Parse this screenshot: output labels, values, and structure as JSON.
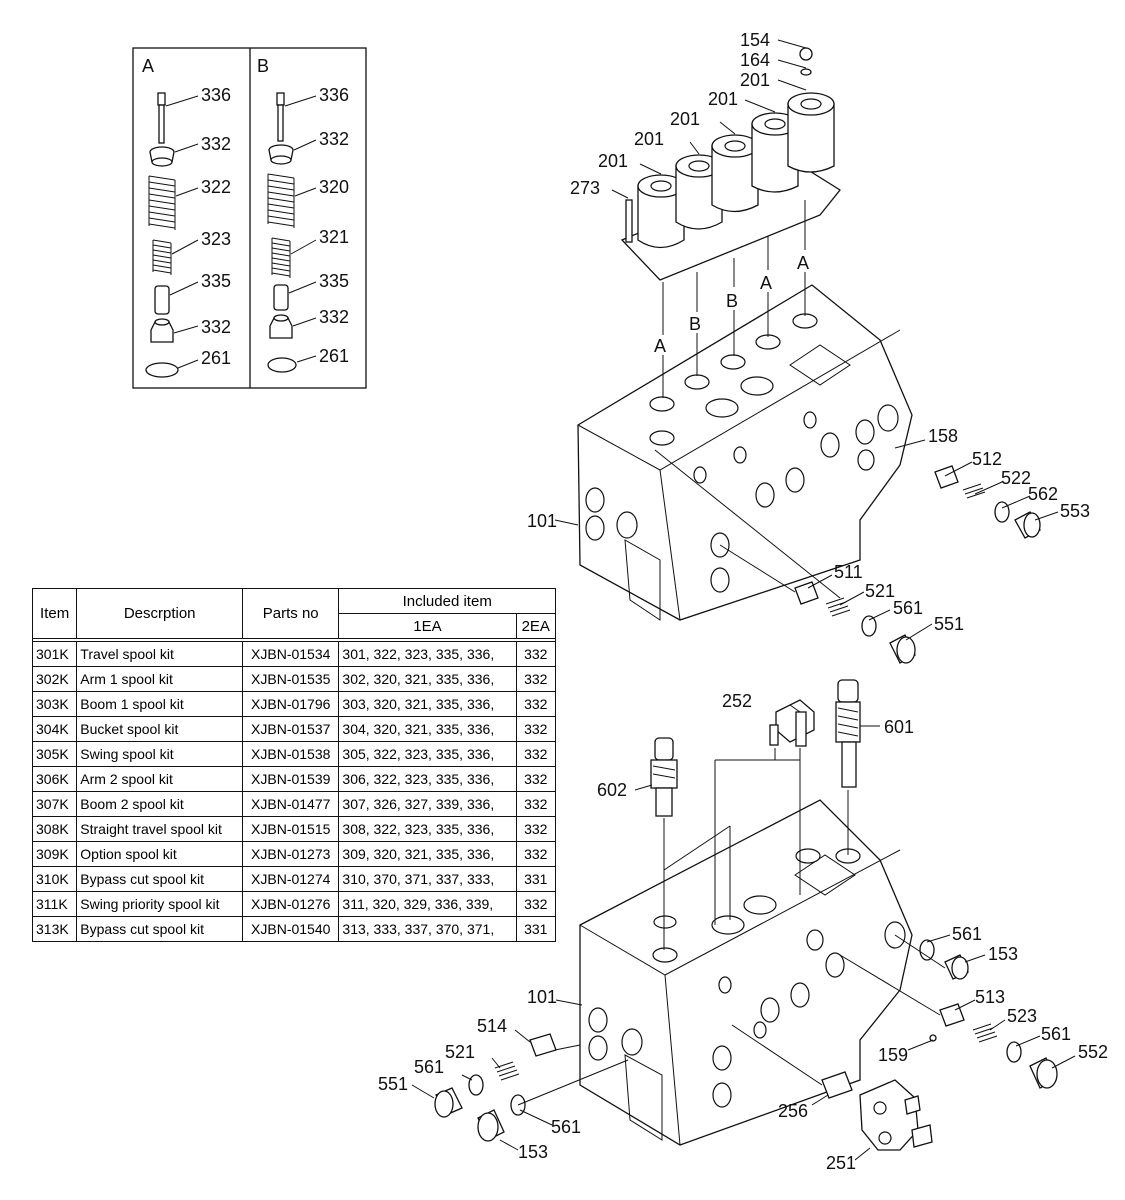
{
  "inset_a": {
    "title": "A",
    "callouts": [
      "336",
      "332",
      "322",
      "323",
      "335",
      "332",
      "261"
    ]
  },
  "inset_b": {
    "title": "B",
    "callouts": [
      "336",
      "332",
      "320",
      "321",
      "335",
      "332",
      "261"
    ]
  },
  "upper_assembly": {
    "callouts": [
      "154",
      "164",
      "201",
      "201",
      "201",
      "201",
      "201",
      "273",
      "A",
      "B",
      "B",
      "A",
      "A",
      "158",
      "512",
      "522",
      "562",
      "553",
      "101",
      "511",
      "521",
      "561",
      "551"
    ]
  },
  "lower_assembly": {
    "callouts": [
      "252",
      "601",
      "602",
      "561",
      "153",
      "101",
      "513",
      "523",
      "561",
      "552",
      "514",
      "521",
      "561",
      "551",
      "159",
      "256",
      "153",
      "561",
      "251"
    ]
  },
  "table": {
    "headers": {
      "item": "Item",
      "description": "Descrption",
      "parts_no": "Parts no",
      "included": "Included item",
      "one_ea": "1EA",
      "two_ea": "2EA"
    },
    "rows": [
      {
        "item": "301K",
        "description": "Travel spool kit",
        "parts_no": "XJBN-01534",
        "one_ea": "301, 322, 323, 335, 336,",
        "two_ea": "332"
      },
      {
        "item": "302K",
        "description": "Arm 1 spool kit",
        "parts_no": "XJBN-01535",
        "one_ea": "302, 320, 321, 335, 336,",
        "two_ea": "332"
      },
      {
        "item": "303K",
        "description": "Boom 1 spool kit",
        "parts_no": "XJBN-01796",
        "one_ea": "303, 320, 321, 335, 336,",
        "two_ea": "332"
      },
      {
        "item": "304K",
        "description": "Bucket spool kit",
        "parts_no": "XJBN-01537",
        "one_ea": "304, 320, 321, 335, 336,",
        "two_ea": "332"
      },
      {
        "item": "305K",
        "description": "Swing spool kit",
        "parts_no": "XJBN-01538",
        "one_ea": "305, 322, 323, 335, 336,",
        "two_ea": "332"
      },
      {
        "item": "306K",
        "description": "Arm 2 spool kit",
        "parts_no": "XJBN-01539",
        "one_ea": "306, 322, 323, 335, 336,",
        "two_ea": "332"
      },
      {
        "item": "307K",
        "description": "Boom 2 spool kit",
        "parts_no": "XJBN-01477",
        "one_ea": "307, 326, 327, 339, 336,",
        "two_ea": "332"
      },
      {
        "item": "308K",
        "description": "Straight travel spool kit",
        "parts_no": "XJBN-01515",
        "one_ea": "308, 322, 323, 335, 336,",
        "two_ea": "332"
      },
      {
        "item": "309K",
        "description": "Option spool kit",
        "parts_no": "XJBN-01273",
        "one_ea": "309, 320, 321, 335, 336,",
        "two_ea": "332"
      },
      {
        "item": "310K",
        "description": "Bypass cut spool kit",
        "parts_no": "XJBN-01274",
        "one_ea": "310, 370, 371, 337, 333,",
        "two_ea": "331"
      },
      {
        "item": "311K",
        "description": "Swing priority spool kit",
        "parts_no": "XJBN-01276",
        "one_ea": "311, 320, 329, 336, 339,",
        "two_ea": "332"
      },
      {
        "item": "313K",
        "description": "Bypass cut spool kit",
        "parts_no": "XJBN-01540",
        "one_ea": "313, 333, 337, 370, 371,",
        "two_ea": "331"
      }
    ]
  }
}
